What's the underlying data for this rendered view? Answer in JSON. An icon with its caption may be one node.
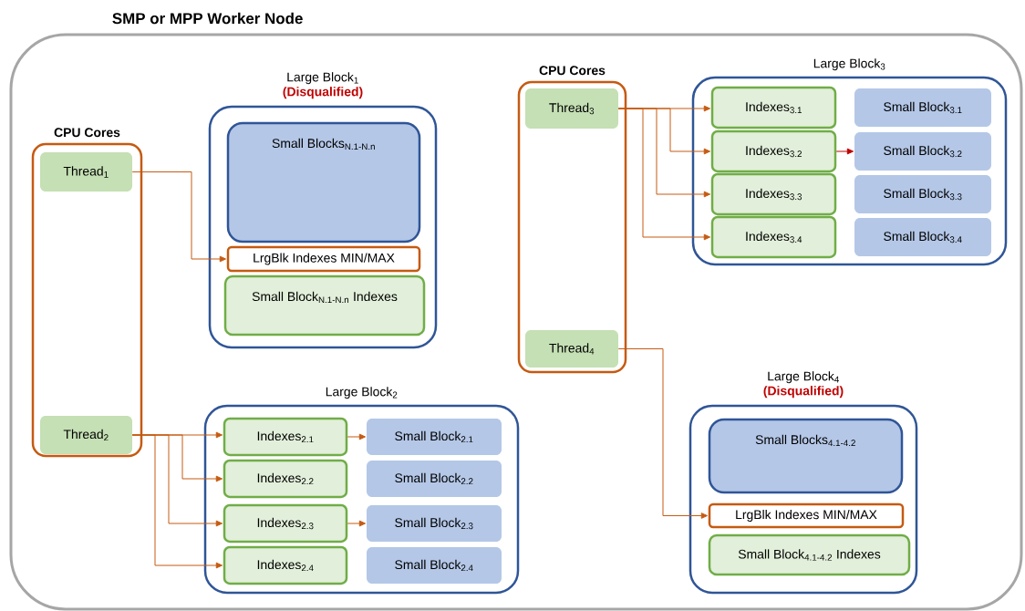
{
  "diagram": {
    "nodes": [
      {
        "text": [
          "SMP or MPP Worker Node"
        ]
      },
      {
        "text": [
          "CPU Cores"
        ],
        "in": 0
      },
      {
        "text": [
          "Thread$_{1}$"
        ],
        "in": 1
      },
      {
        "text": [
          "Thread$_{2}$"
        ],
        "in": 1
      },
      {
        "text": [
          "Large Block$_{1}$",
          "(Disqualified)"
        ],
        "in": 0
      },
      {
        "text": [
          "Small Blocks$_{N.1-N.n}$"
        ],
        "in": 4
      },
      {
        "text": [
          "LrgBlk Indexes MIN/MAX"
        ],
        "in": 4
      },
      {
        "text": [
          "Small Block$_{N.1-N.n}$ Indexes"
        ],
        "in": 4
      },
      {
        "text": [
          "Large Block$_{2}$"
        ],
        "in": 0
      },
      {
        "text": [
          "Indexes$_{2.1}$"
        ],
        "in": 8
      },
      {
        "text": [
          "Indexes$_{2.2}$"
        ],
        "in": 8
      },
      {
        "text": [
          "Indexes$_{2.3}$"
        ],
        "in": 8
      },
      {
        "text": [
          "Indexes$_{2.4}$"
        ],
        "in": 8
      },
      {
        "text": [
          "Small Block$_{2.1}$"
        ],
        "in": 8
      },
      {
        "text": [
          "Small Block$_{2.2}$"
        ],
        "in": 8
      },
      {
        "text": [
          "Small Block$_{2.3}$"
        ],
        "in": 8
      },
      {
        "text": [
          "Small Block$_{2.4}$"
        ],
        "in": 8
      },
      {
        "text": [
          "CPU Cores"
        ],
        "in": 0
      },
      {
        "text": [
          "Thread$_{3}$"
        ],
        "in": 17
      },
      {
        "text": [
          "Thread$_{4}$"
        ],
        "in": 17
      },
      {
        "text": [
          "Large Block$_{3}$"
        ],
        "in": 0
      },
      {
        "text": [
          "Indexes$_{3.1}$"
        ],
        "in": 20
      },
      {
        "text": [
          "Indexes$_{3.2}$"
        ],
        "in": 20
      },
      {
        "text": [
          "Indexes$_{3.3}$"
        ],
        "in": 20
      },
      {
        "text": [
          "Indexes$_{3.4}$"
        ],
        "in": 20
      },
      {
        "text": [
          "Small Block$_{3.1}$"
        ],
        "in": 20
      },
      {
        "text": [
          "Small Block$_{3.2}$"
        ],
        "in": 20
      },
      {
        "text": [
          "Small Block$_{3.3}$"
        ],
        "in": 20
      },
      {
        "text": [
          "Small Block$_{3.4}$"
        ],
        "in": 20
      },
      {
        "text": [
          "Large Block$_{4}$",
          "(Disqualified)"
        ],
        "in": 0
      },
      {
        "text": [
          "Small Blocks$_{4.1-4.2}$"
        ],
        "in": 29
      },
      {
        "text": [
          "LrgBlk Indexes MIN/MAX"
        ],
        "in": 29
      },
      {
        "text": [
          "Small Block$_{4.1-4.2}$ Indexes"
        ],
        "in": 29
      }
    ],
    "edges": [
      {
        "from": 2,
        "to": 6,
        "arrow": "to"
      },
      {
        "from": 3,
        "to": 9,
        "arrow": "to"
      },
      {
        "from": 3,
        "to": 10,
        "arrow": "to"
      },
      {
        "from": 3,
        "to": 11,
        "arrow": "to"
      },
      {
        "from": 3,
        "to": 12,
        "arrow": "to"
      },
      {
        "from": 9,
        "to": 13,
        "arrow": "to"
      },
      {
        "from": 11,
        "to": 15,
        "arrow": "to"
      },
      {
        "from": 18,
        "to": 21,
        "arrow": "to"
      },
      {
        "from": 18,
        "to": 22,
        "arrow": "to"
      },
      {
        "from": 18,
        "to": 23,
        "arrow": "to"
      },
      {
        "from": 18,
        "to": 24,
        "arrow": "to"
      },
      {
        "from": 22,
        "to": 26,
        "arrow": "to",
        "color": "#c00000"
      },
      {
        "from": 19,
        "to": 31,
        "arrow": "to"
      }
    ]
  }
}
